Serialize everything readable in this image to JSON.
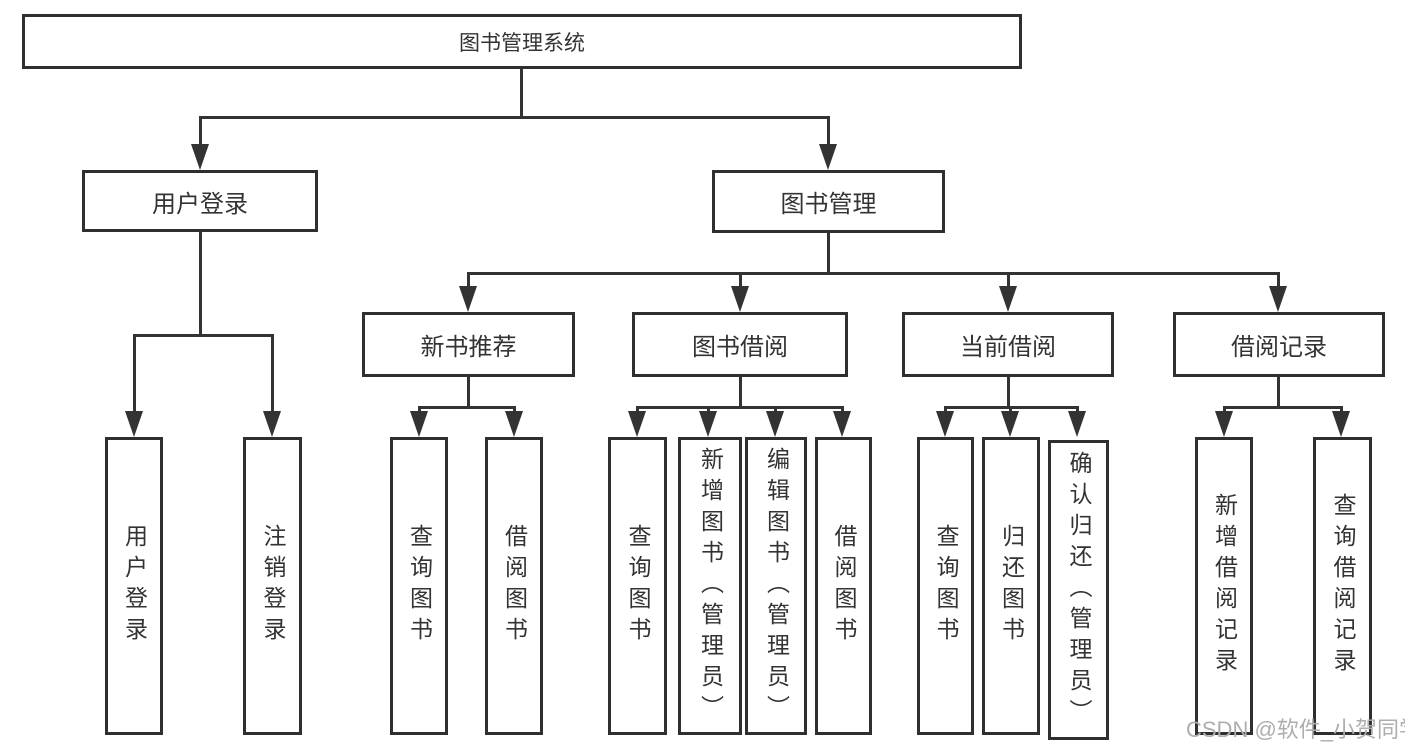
{
  "diagram": {
    "root": {
      "label": "图书管理系统"
    },
    "user_login": {
      "label": "用户登录",
      "children": [
        {
          "label": "用户登录"
        },
        {
          "label": "注销登录"
        }
      ]
    },
    "book_mgmt": {
      "label": "图书管理",
      "sections": [
        {
          "label": "新书推荐",
          "children": [
            {
              "label": "查询图书"
            },
            {
              "label": "借阅图书"
            }
          ]
        },
        {
          "label": "图书借阅",
          "children": [
            {
              "label": "查询图书"
            },
            {
              "label": "新增图书（管理员）"
            },
            {
              "label": "编辑图书（管理员）"
            },
            {
              "label": "借阅图书"
            }
          ]
        },
        {
          "label": "当前借阅",
          "children": [
            {
              "label": "查询图书"
            },
            {
              "label": "归还图书"
            },
            {
              "label": "确认归还（管理员）"
            }
          ]
        },
        {
          "label": "借阅记录",
          "children": [
            {
              "label": "新增借阅记录"
            },
            {
              "label": "查询借阅记录"
            }
          ]
        }
      ]
    }
  },
  "watermark": "CSDN @软件_小贺同学",
  "colors": {
    "line": "#333333",
    "border": "#2f2f2f",
    "text": "#333333",
    "watermark": "#aeaeae",
    "background": "#ffffff"
  }
}
